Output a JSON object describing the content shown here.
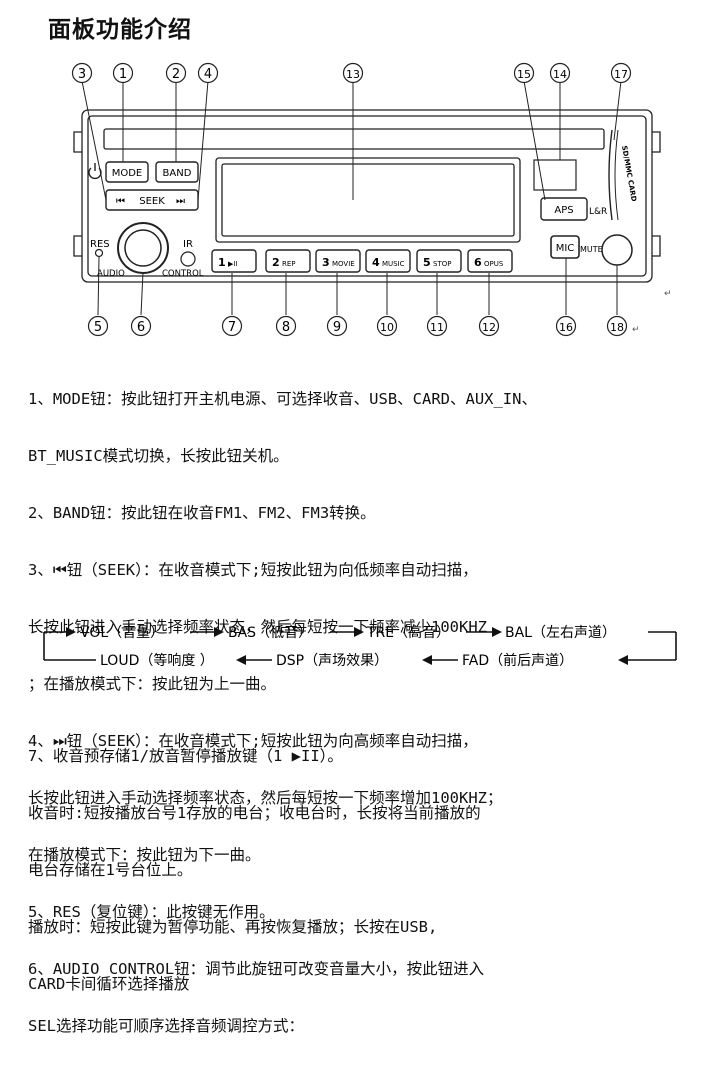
{
  "page_title": "面板功能介绍",
  "callouts": [
    "3",
    "1",
    "2",
    "4",
    "13",
    "15",
    "14",
    "17",
    "5",
    "6",
    "7",
    "8",
    "9",
    "10",
    "11",
    "12",
    "16",
    "18"
  ],
  "buttons": {
    "mode": "MODE",
    "band": "BAND",
    "seek": "SEEK",
    "aps": "APS",
    "mic": "MIC",
    "mute": "MUTE",
    "lr": "L&R",
    "res": "RES",
    "audio": "AUDIO",
    "ir": "IR",
    "control": "CONTROL",
    "card_slot": "SD/MMC CARD"
  },
  "presets": [
    {
      "num": "1",
      "label": "▶II"
    },
    {
      "num": "2",
      "label": "REP"
    },
    {
      "num": "3",
      "label": "MOVIE"
    },
    {
      "num": "4",
      "label": "MUSIC"
    },
    {
      "num": "5",
      "label": "STOP"
    },
    {
      "num": "6",
      "label": "OPUS"
    }
  ],
  "description_lines": [
    "1、MODE钮：按此钮打开主机电源、可选择收音、USB、CARD、AUX_IN、",
    "BT_MUSIC模式切换，长按此钮关机。",
    "2、BAND钮：按此钮在收音FM1、FM2、FM3转换。",
    "3、⏮钮（SEEK）：在收音模式下;短按此钮为向低频率自动扫描，",
    "长按此钮进入手动选择频率状态，然后每短按一下频率减少100KHZ",
    "；在播放模式下：按此钮为上一曲。",
    "4、⏭钮（SEEK）：在收音模式下;短按此钮为向高频率自动扫描，",
    "长按此钮进入手动选择频率状态，然后每短按一下频率增加100KHZ；",
    "在播放模式下：按此钮为下一曲。",
    "5、RES（复位键）：此按键无作用。",
    "6、AUDIO CONTROL钮：调节此旋钮可改变音量大小，按此钮进入",
    "SEL选择功能可顺序选择音频调控方式："
  ],
  "flow": {
    "top": [
      "VOL（音量）",
      "BAS（低音）",
      "TRE（高音）",
      "BAL（左右声道）"
    ],
    "bottom": [
      "LOUD（等响度 ）",
      "DSP（声场效果）",
      "FAD（前后声道）"
    ]
  },
  "description_lines_2": [
    "7、收音预存储1/放音暂停播放键（1 ▶II）。",
    "收音时:短按播放台号1存放的电台；收电台时，长按将当前播放的",
    "电台存储在1号台位上。",
    "播放时：短按此键为暂停功能、再按恢复播放；长按在USB,",
    "CARD卡间循环选择播放"
  ]
}
